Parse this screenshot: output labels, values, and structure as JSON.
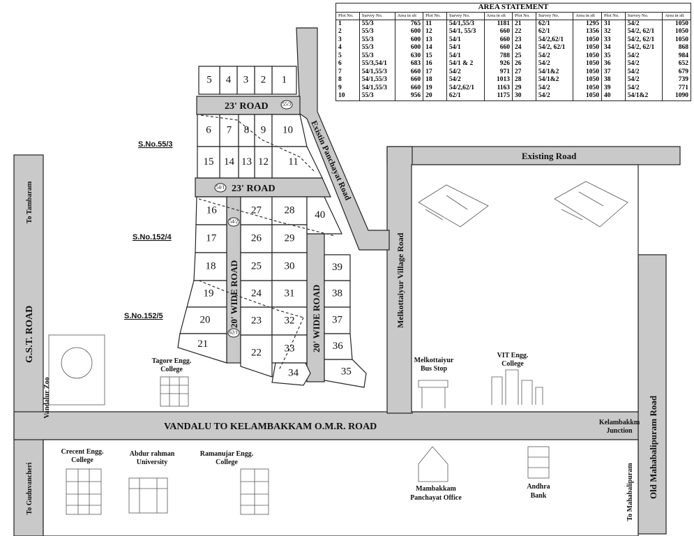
{
  "area_statement": {
    "title": "AREA STATEMENT",
    "headers": [
      "Plot No.",
      "Survey No.",
      "Area in sft"
    ],
    "rows": [
      [
        [
          "1",
          "55/3",
          "765"
        ],
        [
          "11",
          "54/1,55/3",
          "1181"
        ],
        [
          "21",
          "62/1",
          "1295"
        ],
        [
          "31",
          "54/2",
          "1050"
        ]
      ],
      [
        [
          "2",
          "55/3",
          "600"
        ],
        [
          "12",
          "54/1, 55/3",
          "660"
        ],
        [
          "22",
          "62/1",
          "1356"
        ],
        [
          "32",
          "54/2, 62/1",
          "1050"
        ]
      ],
      [
        [
          "3",
          "55/3",
          "600"
        ],
        [
          "13",
          "54/1",
          "660"
        ],
        [
          "23",
          "54/2,62/1",
          "1050"
        ],
        [
          "33",
          "54/2, 62/1",
          "1050"
        ]
      ],
      [
        [
          "4",
          "55/3",
          "600"
        ],
        [
          "14",
          "54/1",
          "660"
        ],
        [
          "24",
          "54/2, 62/1",
          "1050"
        ],
        [
          "34",
          "54/2, 62/1",
          "868"
        ]
      ],
      [
        [
          "5",
          "55/3",
          "630"
        ],
        [
          "15",
          "54/1",
          "788"
        ],
        [
          "25",
          "54/2",
          "1050"
        ],
        [
          "35",
          "54/2",
          "984"
        ]
      ],
      [
        [
          "6",
          "55/3,54/1",
          "683"
        ],
        [
          "16",
          "54/1 & 2",
          "926"
        ],
        [
          "26",
          "54/2",
          "1050"
        ],
        [
          "36",
          "54/2",
          "652"
        ]
      ],
      [
        [
          "7",
          "54/1,55/3",
          "660"
        ],
        [
          "17",
          "54/2",
          "971"
        ],
        [
          "27",
          "54/1&2",
          "1050"
        ],
        [
          "37",
          "54/2",
          "679"
        ]
      ],
      [
        [
          "8",
          "54/1,55/3",
          "660"
        ],
        [
          "18",
          "54/2",
          "1013"
        ],
        [
          "28",
          "54/1&2",
          "1050"
        ],
        [
          "38",
          "54/2",
          "739"
        ]
      ],
      [
        [
          "9",
          "54/1,55/3",
          "660"
        ],
        [
          "19",
          "54/2,62/1",
          "1163"
        ],
        [
          "29",
          "54/2",
          "1050"
        ],
        [
          "39",
          "54/2",
          "771"
        ]
      ],
      [
        [
          "10",
          "55/3",
          "956"
        ],
        [
          "20",
          "62/1",
          "1175"
        ],
        [
          "30",
          "54/2",
          "1050"
        ],
        [
          "40",
          "54/1&2",
          "1090"
        ]
      ]
    ]
  },
  "plots": [
    "1",
    "2",
    "3",
    "4",
    "5",
    "6",
    "7",
    "8",
    "9",
    "10",
    "11",
    "12",
    "13",
    "14",
    "15",
    "16",
    "17",
    "18",
    "19",
    "20",
    "21",
    "22",
    "23",
    "24",
    "25",
    "26",
    "27",
    "28",
    "29",
    "30",
    "31",
    "32",
    "33",
    "34",
    "35",
    "36",
    "37",
    "38",
    "39",
    "40"
  ],
  "roads": {
    "road_23_upper": "23' ROAD",
    "road_23_lower": "23' ROAD",
    "wide_road_left": "20' WIDE ROAD",
    "wide_road_right": "20' WIDE ROAD",
    "panchayat_road": "Existin Panchayat Road",
    "existing_road": "Existing Road",
    "village_road": "Melkottaiyur Village Road",
    "omr_road": "VANDALU TO KELAMBAKKAM O.M.R. ROAD",
    "gst_road": "G.S.T. ROAD",
    "old_mahabalipuram_road": "Old Mahabalipuram Road"
  },
  "survey_markers": [
    "55/3",
    "54/1",
    "54/2",
    "62/1"
  ],
  "survey_labels": [
    "S.No.55/3",
    "S.No.152/4",
    "S.No.152/5"
  ],
  "directions": {
    "tambaram": "To Tambaram",
    "guduvancheri": "To Guduvancheri",
    "mahabalipuram": "To Mahabalipuram"
  },
  "landmarks": {
    "zoo": "Vandalur Zoo",
    "tagore": [
      "Tagore Engg.",
      "College"
    ],
    "bus_stop": [
      "Melkottaiyur",
      "Bus Stop"
    ],
    "vit": [
      "VIT Engg.",
      "College"
    ],
    "junction": [
      "Kelambakkm",
      "Junction"
    ],
    "crecent": [
      "Crecent Engg.",
      "College"
    ],
    "abdur": [
      "Abdur rahman",
      "University"
    ],
    "ramanujar": [
      "Ramanujar Engg.",
      "College"
    ],
    "panchayat": [
      "Mambakkam",
      "Panchayat Office"
    ],
    "bank": [
      "Andhra",
      "Bank"
    ]
  },
  "colors": {
    "road": "#c9c9c9",
    "line": "#222222"
  }
}
